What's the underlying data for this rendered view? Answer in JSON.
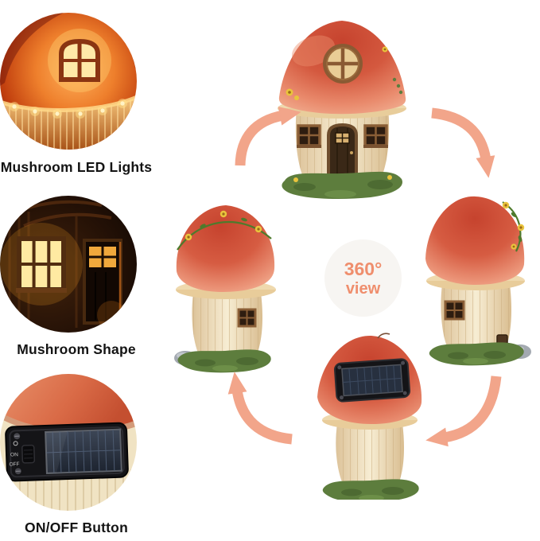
{
  "details": {
    "items": [
      {
        "label": "Mushroom LED Lights"
      },
      {
        "label": "Mushroom Shape"
      },
      {
        "label": "ON/OFF Button"
      }
    ]
  },
  "badge": {
    "degrees": "360°",
    "word": "view"
  },
  "device": {
    "on_label": "ON",
    "off_label": "OFF"
  },
  "colors": {
    "background": "#ffffff",
    "arrow": "#f2a58a",
    "badge_text": "#ef8e6d",
    "badge_bg": "#f7f5f2",
    "label_text": "#141414",
    "cap_red": "#cf4f3a",
    "stem_cream": "#f1e4c4",
    "grass_green": "#5d7d3d",
    "solar_panel": "#2a3140"
  }
}
